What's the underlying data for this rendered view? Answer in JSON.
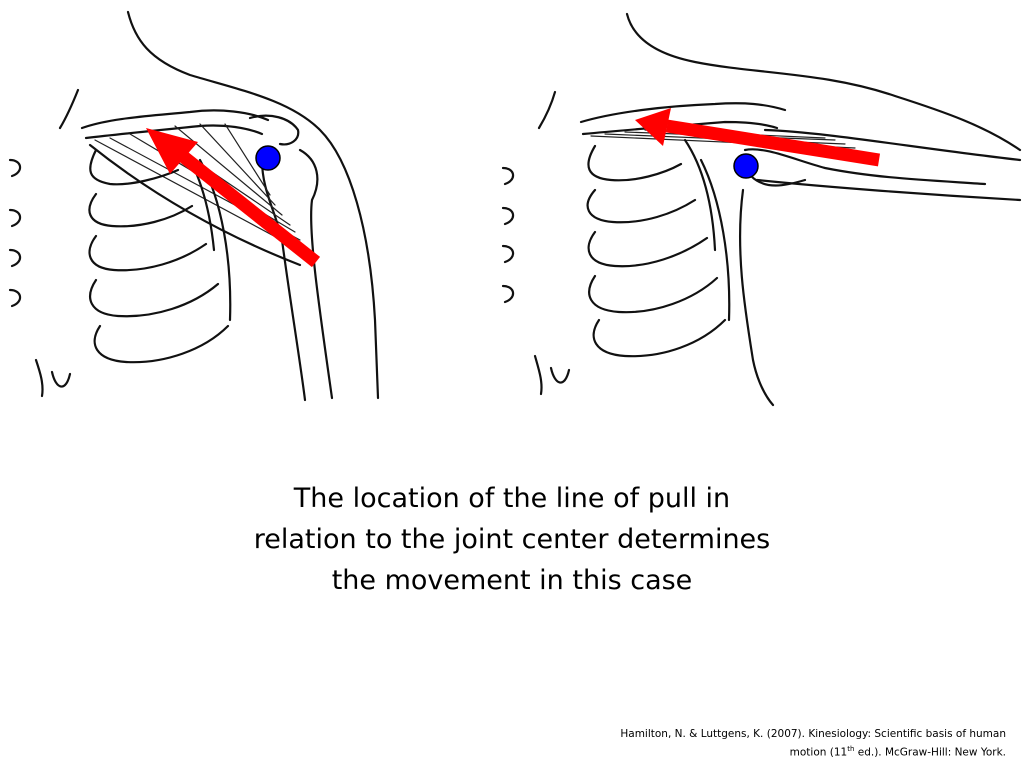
{
  "caption": {
    "line1": "The location of the line of pull in",
    "line2": "relation to the joint center determines",
    "line3": "the movement in this case"
  },
  "citation": {
    "line1": "Hamilton, N. & Luttgens, K.  (2007).  Kinesiology: Scientific basis of human",
    "line2_pre": "motion (11",
    "line2_sup": "th",
    "line2_post": " ed.).  McGraw-Hill: New York."
  },
  "figures": [
    {
      "name": "shoulder-arm-down",
      "arrow_color": "#ff0000",
      "joint_color": "#0000ff"
    },
    {
      "name": "shoulder-arm-abducted",
      "arrow_color": "#ff0000",
      "joint_color": "#0000ff"
    }
  ]
}
